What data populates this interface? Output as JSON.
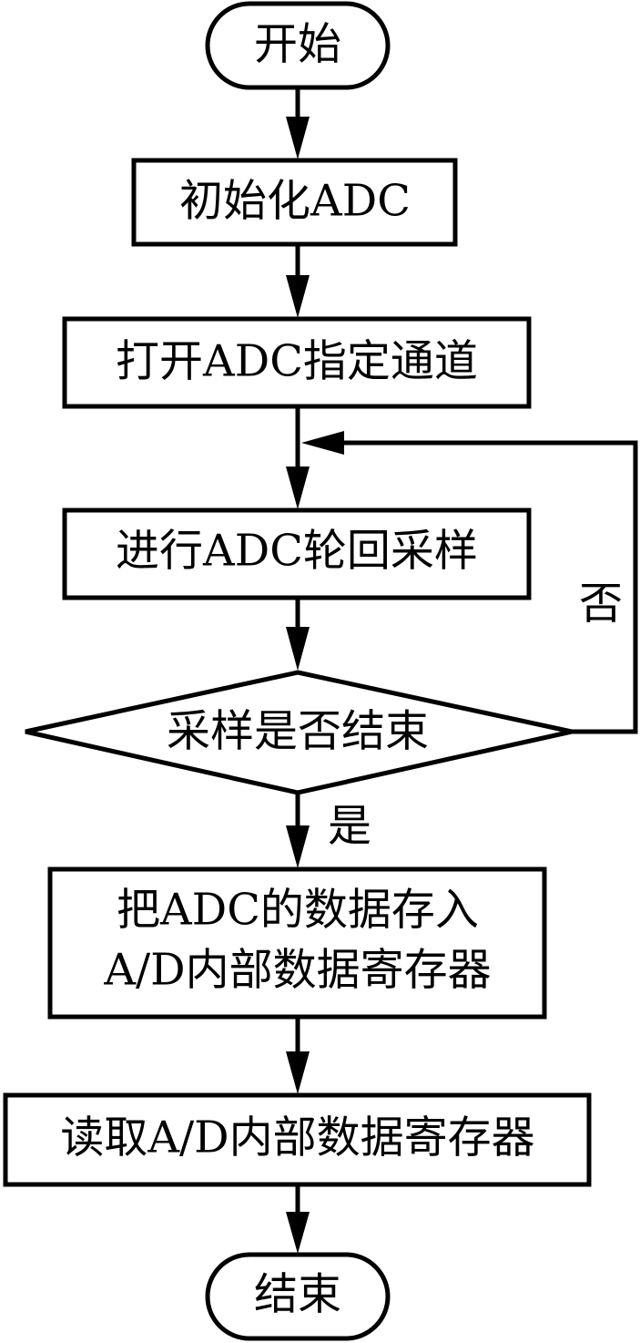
{
  "flowchart": {
    "start": "开始",
    "init_adc": "初始化ADC",
    "open_channel": "打开ADC指定通道",
    "round_sampling": "进行ADC轮回采样",
    "decision": "采样是否结束",
    "label_no": "否",
    "label_yes": "是",
    "store_line1": "把ADC的数据存入",
    "store_line2": "A/D内部数据寄存器",
    "read_register": "读取A/D内部数据寄存器",
    "end": "结束"
  },
  "colors": {
    "line": "#000000",
    "background": "#ffffff"
  }
}
